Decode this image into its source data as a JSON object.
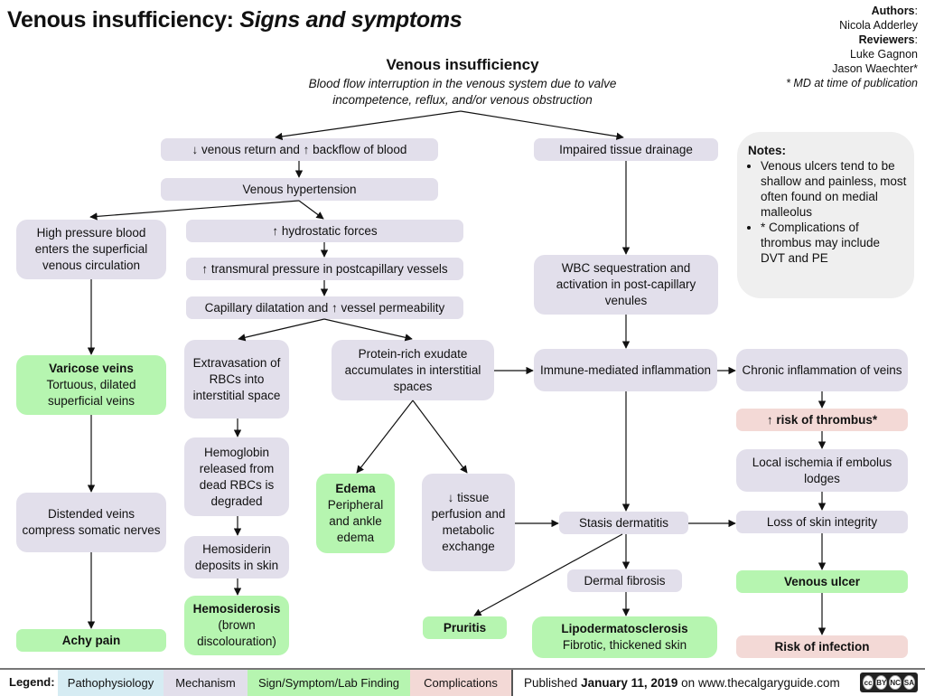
{
  "title": {
    "main": "Venous insufficiency:",
    "sub": "Signs and symptoms"
  },
  "credits": {
    "authors_label": "Authors",
    "authors": [
      "Nicola Adderley"
    ],
    "reviewers_label": "Reviewers",
    "reviewers": [
      "Luke Gagnon",
      "Jason Waechter*"
    ],
    "footnote": "* MD at time of publication"
  },
  "header": {
    "heading": "Venous insufficiency",
    "definition_line1": "Blood flow interruption in the venous system due to valve",
    "definition_line2": "incompetence, reflux, and/or venous obstruction"
  },
  "notes": {
    "heading": "Notes:",
    "items": [
      "Venous ulcers tend to be shallow and painless, most often found on medial malleolus",
      "* Complications of thrombus may include DVT and PE"
    ]
  },
  "nodes": {
    "venous_return": "↓ venous return and ↑  backflow of blood",
    "venous_hypertension": "Venous hypertension",
    "impaired_drainage": "Impaired  tissue drainage",
    "high_pressure": "High pressure blood enters the superficial venous circulation",
    "hydrostatic": "↑ hydrostatic forces",
    "transmural": "↑ transmural pressure in postcapillary vessels",
    "capillary": "Capillary dilatation and ↑ vessel permeability",
    "wbc": "WBC sequestration and activation in post-capillary venules",
    "varicose_title": "Varicose veins",
    "varicose_desc": "Tortuous, dilated superficial veins",
    "extravasation": "Extravasation of RBCs into interstitial space",
    "protein": "Protein-rich exudate accumulates  in interstitial spaces",
    "immune": "Immune-mediated inflammation",
    "chronic": "Chronic inflammation of veins",
    "thrombus": "↑ risk of thrombus*",
    "hemoglobin": "Hemoglobin released from dead RBCs is degraded",
    "edema_title": "Edema",
    "edema_desc": "Peripheral and ankle edema",
    "tissue_perfusion": "↓ tissue perfusion and metabolic exchange",
    "local_ischemia": "Local ischemia if embolus lodges",
    "distended": "Distended veins compress somatic nerves",
    "stasis": "Stasis dermatitis",
    "skin_integrity": "Loss of skin integrity",
    "hemosiderin": "Hemosiderin deposits in skin",
    "dermal_fibrosis": "Dermal fibrosis",
    "venous_ulcer": "Venous ulcer",
    "hemosiderosis_title": "Hemosiderosis",
    "hemosiderosis_desc": "(brown discolouration)",
    "achy_pain": "Achy pain",
    "pruritis": "Pruritis",
    "lipo_title": "Lipodermatosclerosis",
    "lipo_desc": "Fibrotic, thickened skin",
    "infection": "Risk of infection"
  },
  "legend": {
    "label": "Legend:",
    "items": [
      {
        "label": "Pathophysiology",
        "color": "#d6ecf3"
      },
      {
        "label": "Mechanism",
        "color": "#e2dfeb"
      },
      {
        "label": "Sign/Symptom/Lab Finding",
        "color": "#b6f5b0"
      },
      {
        "label": "Complications",
        "color": "#f3d9d6"
      }
    ]
  },
  "footer": {
    "published_prefix": "Published",
    "published_date": "January 11, 2019",
    "published_suffix": "on www.thecalgaryguide.com",
    "license_icon": "cc-by-nc-sa-icon",
    "license_parts": [
      "cc",
      "BY",
      "NC",
      "SA"
    ]
  },
  "colors": {
    "mechanism": "#e2dfeb",
    "sign": "#b6f5b0",
    "complication": "#f3d9d6",
    "pathophysiology": "#d6ecf3",
    "notes_bg": "#efefef"
  }
}
